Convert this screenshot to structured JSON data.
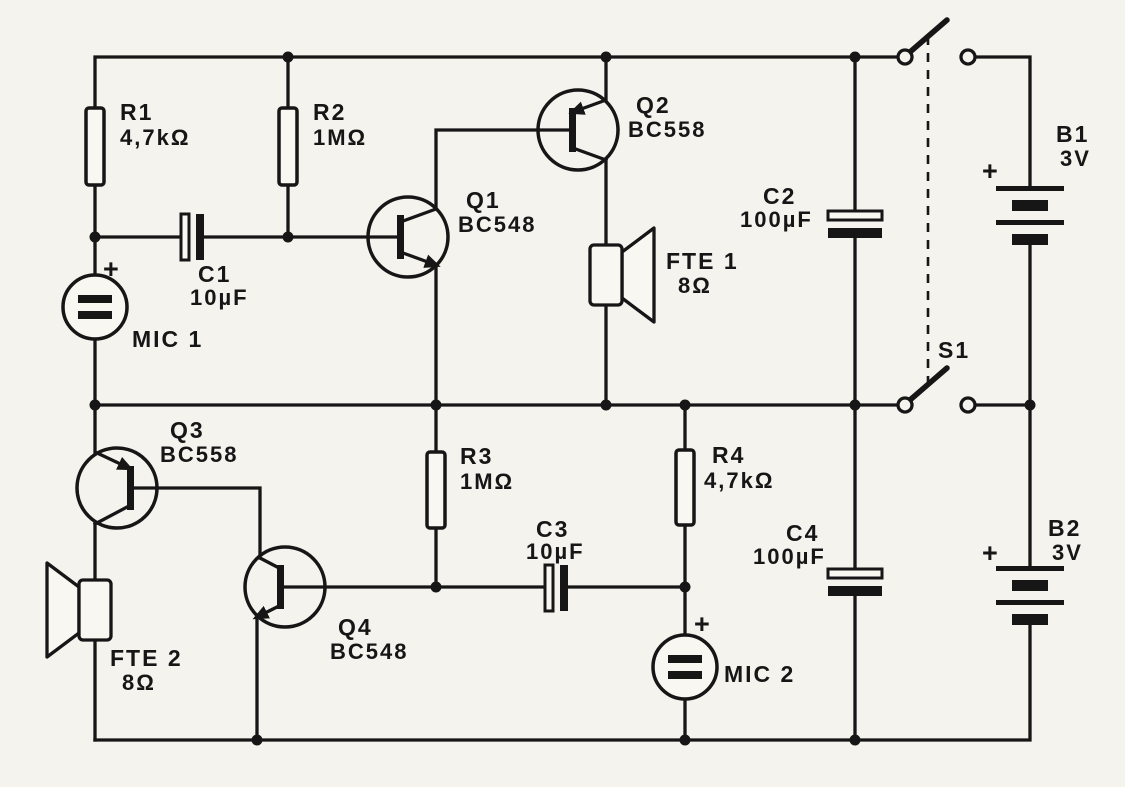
{
  "diagram_type": "electronic-schematic",
  "colors": {
    "ink": "#161616",
    "paper": "#f4f3ee"
  },
  "components": {
    "r1": {
      "ref": "R1",
      "value": "4,7kΩ"
    },
    "r2": {
      "ref": "R2",
      "value": "1MΩ"
    },
    "r3": {
      "ref": "R3",
      "value": "1MΩ"
    },
    "r4": {
      "ref": "R4",
      "value": "4,7kΩ"
    },
    "c1": {
      "ref": "C1",
      "value": "10µF"
    },
    "c2": {
      "ref": "C2",
      "value": "100µF"
    },
    "c3": {
      "ref": "C3",
      "value": "10µF"
    },
    "c4": {
      "ref": "C4",
      "value": "100µF"
    },
    "q1": {
      "ref": "Q1",
      "value": "BC548"
    },
    "q2": {
      "ref": "Q2",
      "value": "BC558"
    },
    "q3": {
      "ref": "Q3",
      "value": "BC558"
    },
    "q4": {
      "ref": "Q4",
      "value": "BC548"
    },
    "mic1": {
      "ref": "MIC 1",
      "polarity": "+"
    },
    "mic2": {
      "ref": "MIC 2",
      "polarity": "+"
    },
    "fte1": {
      "ref": "FTE 1",
      "value": "8Ω"
    },
    "fte2": {
      "ref": "FTE 2",
      "value": "8Ω"
    },
    "b1": {
      "ref": "B1",
      "value": "3V",
      "polarity": "+"
    },
    "b2": {
      "ref": "B2",
      "value": "3V",
      "polarity": "+"
    },
    "s1": {
      "ref": "S1"
    }
  }
}
